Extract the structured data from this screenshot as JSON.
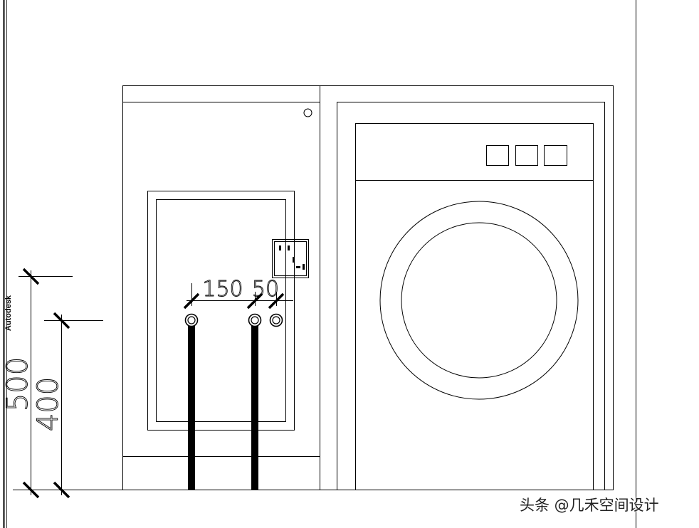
{
  "drawing": {
    "vendor_tag": "Autodesk",
    "dimensions": {
      "vertical_outer": "500",
      "vertical_inner": "400",
      "horizontal_left": "150",
      "horizontal_right": "50"
    }
  },
  "watermark": "头条 @几禾空间设计"
}
